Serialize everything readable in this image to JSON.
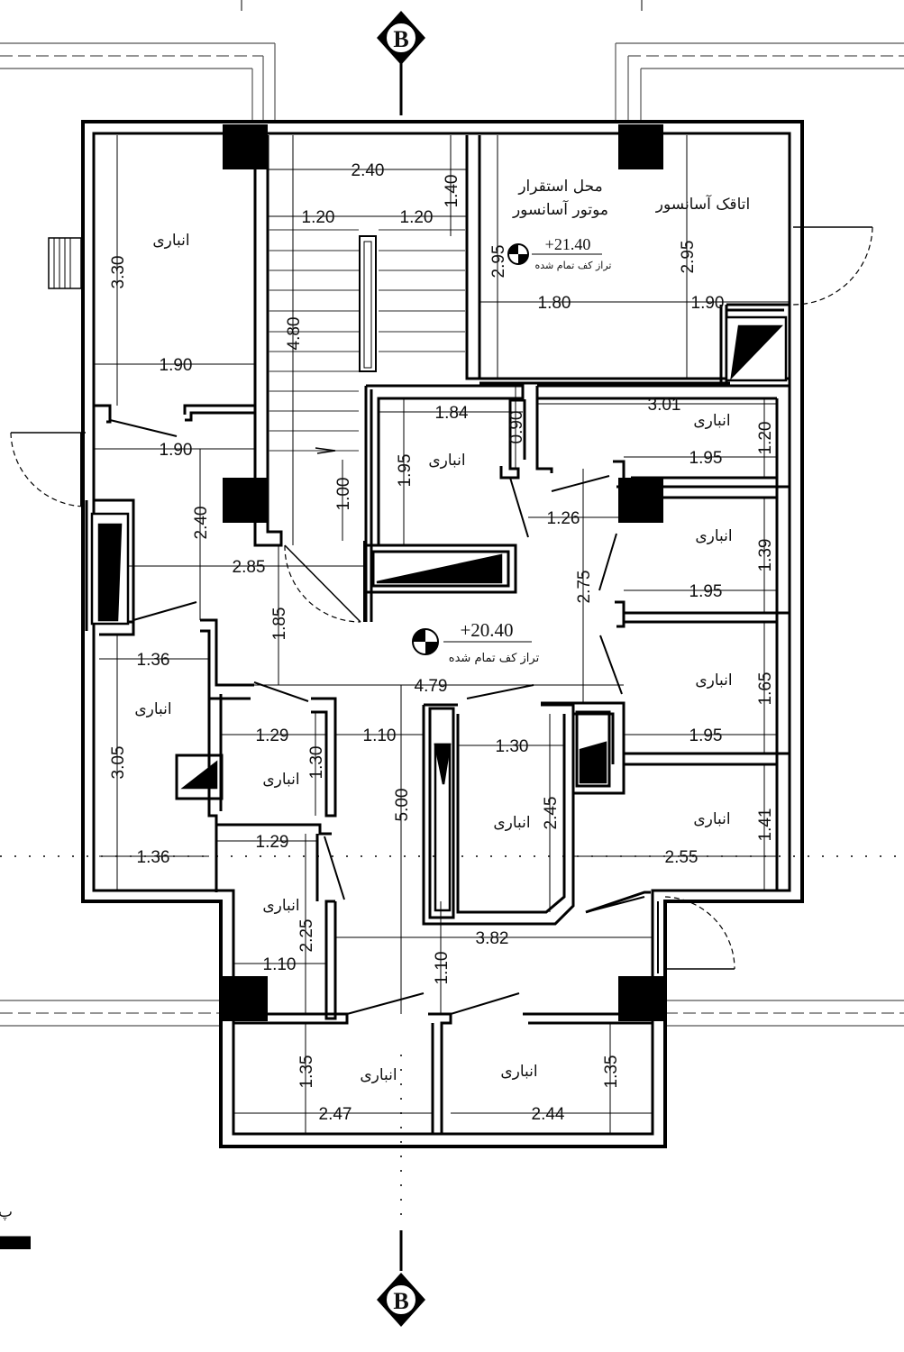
{
  "axis": {
    "top": "B",
    "bottom": "B"
  },
  "levels": {
    "main": {
      "value": "+20.40",
      "caption": "تراز کف تمام شده"
    },
    "motor": {
      "value": "+21.40",
      "caption": "تراز کف تمام شده"
    }
  },
  "rooms": {
    "storage": "انباری",
    "motor_room_line1": "محل استقرار",
    "motor_room_line2": "موتور آسانسور",
    "elevator_room": "اتاقک آسانسور"
  },
  "dims": {
    "d_240_top": "2.40",
    "d_120a": "1.20",
    "d_120b": "1.20",
    "d_140": "1.40",
    "d_480": "4.80",
    "d_330": "3.30",
    "d_190a": "1.90",
    "d_190b": "1.90",
    "d_295a": "2.95",
    "d_295b": "2.95",
    "d_180": "1.80",
    "d_190c": "1.90",
    "d_184": "1.84",
    "d_090": "0.90",
    "d_301": "3.01",
    "d_120c": "1.20",
    "d_195a": "1.95",
    "d_195b": "1.95",
    "d_100": "1.00",
    "d_126": "1.26",
    "d_139": "1.39",
    "d_195c": "1.95",
    "d_240_left": "2.40",
    "d_285": "2.85",
    "d_275": "2.75",
    "d_185": "1.85",
    "d_165": "1.65",
    "d_136a": "1.36",
    "d_479": "4.79",
    "d_195d": "1.95",
    "d_129a": "1.29",
    "d_110a": "1.10",
    "d_130a": "1.30",
    "d_130b": "1.30",
    "d_305": "3.05",
    "d_500": "5.00",
    "d_245": "2.45",
    "d_141": "1.41",
    "d_136b": "1.36",
    "d_129b": "1.29",
    "d_255": "2.55",
    "d_225": "2.25",
    "d_382": "3.82",
    "d_110b": "1.10",
    "d_110c": "1.10",
    "d_135a": "1.35",
    "d_135b": "1.35",
    "d_247": "2.47",
    "d_244": "2.44"
  },
  "edge_fragment": "پ"
}
